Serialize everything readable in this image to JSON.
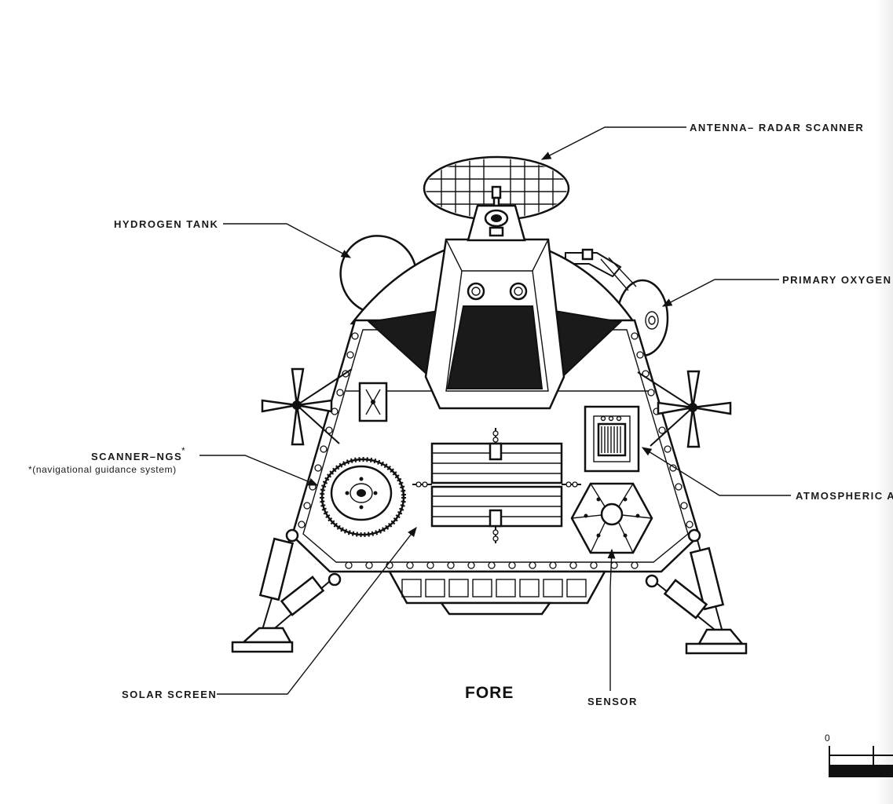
{
  "view_title": "FORE",
  "labels": {
    "antenna": "ANTENNA– RADAR SCANNER",
    "hydrogen": "HYDROGEN  TANK",
    "oxygen": "PRIMARY  OXYGEN",
    "scanner": "SCANNER–NGS",
    "scanner_mark": "*",
    "scanner_note": "*(navigational guidance system)",
    "atmospheric": "ATMOSPHERIC  A",
    "solar": "SOLAR  SCREEN",
    "sensor": "SENSOR"
  },
  "scale_bar": {
    "zero_label": "0"
  }
}
